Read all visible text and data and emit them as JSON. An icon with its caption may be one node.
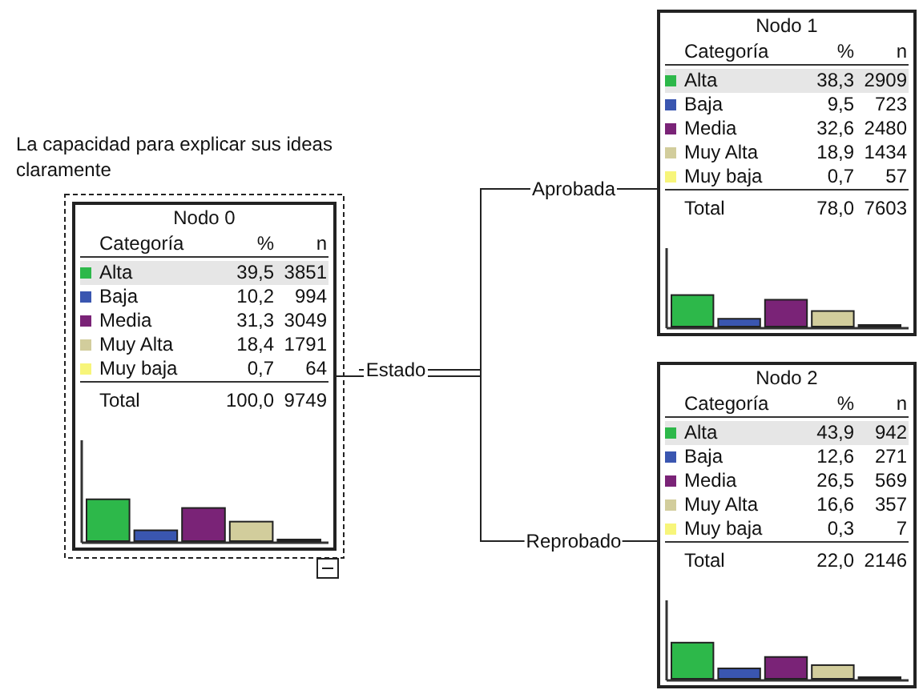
{
  "diagram": {
    "title": "La capacidad para explicar sus ideas claramente",
    "nodes": [
      {
        "text": [
          "Nodo 0",
          "Categoría",
          "%",
          "n",
          "Alta",
          "39,5",
          "3851",
          "Baja",
          "10,2",
          "994",
          "Media",
          "31,3",
          "3049",
          "Muy Alta",
          "18,4",
          "1791",
          "Muy baja",
          "0,7",
          "64",
          "Total",
          "100,0",
          "9749"
        ]
      },
      {
        "text": [
          "Estado"
        ]
      },
      {
        "text": [
          "Nodo 1",
          "Categoría",
          "%",
          "n",
          "Alta",
          "38,3",
          "2909",
          "Baja",
          "9,5",
          "723",
          "Media",
          "32,6",
          "2480",
          "Muy Alta",
          "18,9",
          "1434",
          "Muy baja",
          "0,7",
          "57",
          "Total",
          "78,0",
          "7603"
        ]
      },
      {
        "text": [
          "Nodo 2",
          "Categoría",
          "%",
          "n",
          "Alta",
          "43,9",
          "942",
          "Baja",
          "12,6",
          "271",
          "Media",
          "26,5",
          "569",
          "Muy Alta",
          "16,6",
          "357",
          "Muy baja",
          "0,3",
          "7",
          "Total",
          "22,0",
          "2146"
        ]
      }
    ],
    "edges": [
      {
        "from": 0,
        "to": 1,
        "arrow": "none"
      },
      {
        "from": 1,
        "to": 2,
        "arrow": "none",
        "label": "Aprobada"
      },
      {
        "from": 1,
        "to": 3,
        "arrow": "none",
        "label": "Reprobado"
      }
    ]
  }
}
